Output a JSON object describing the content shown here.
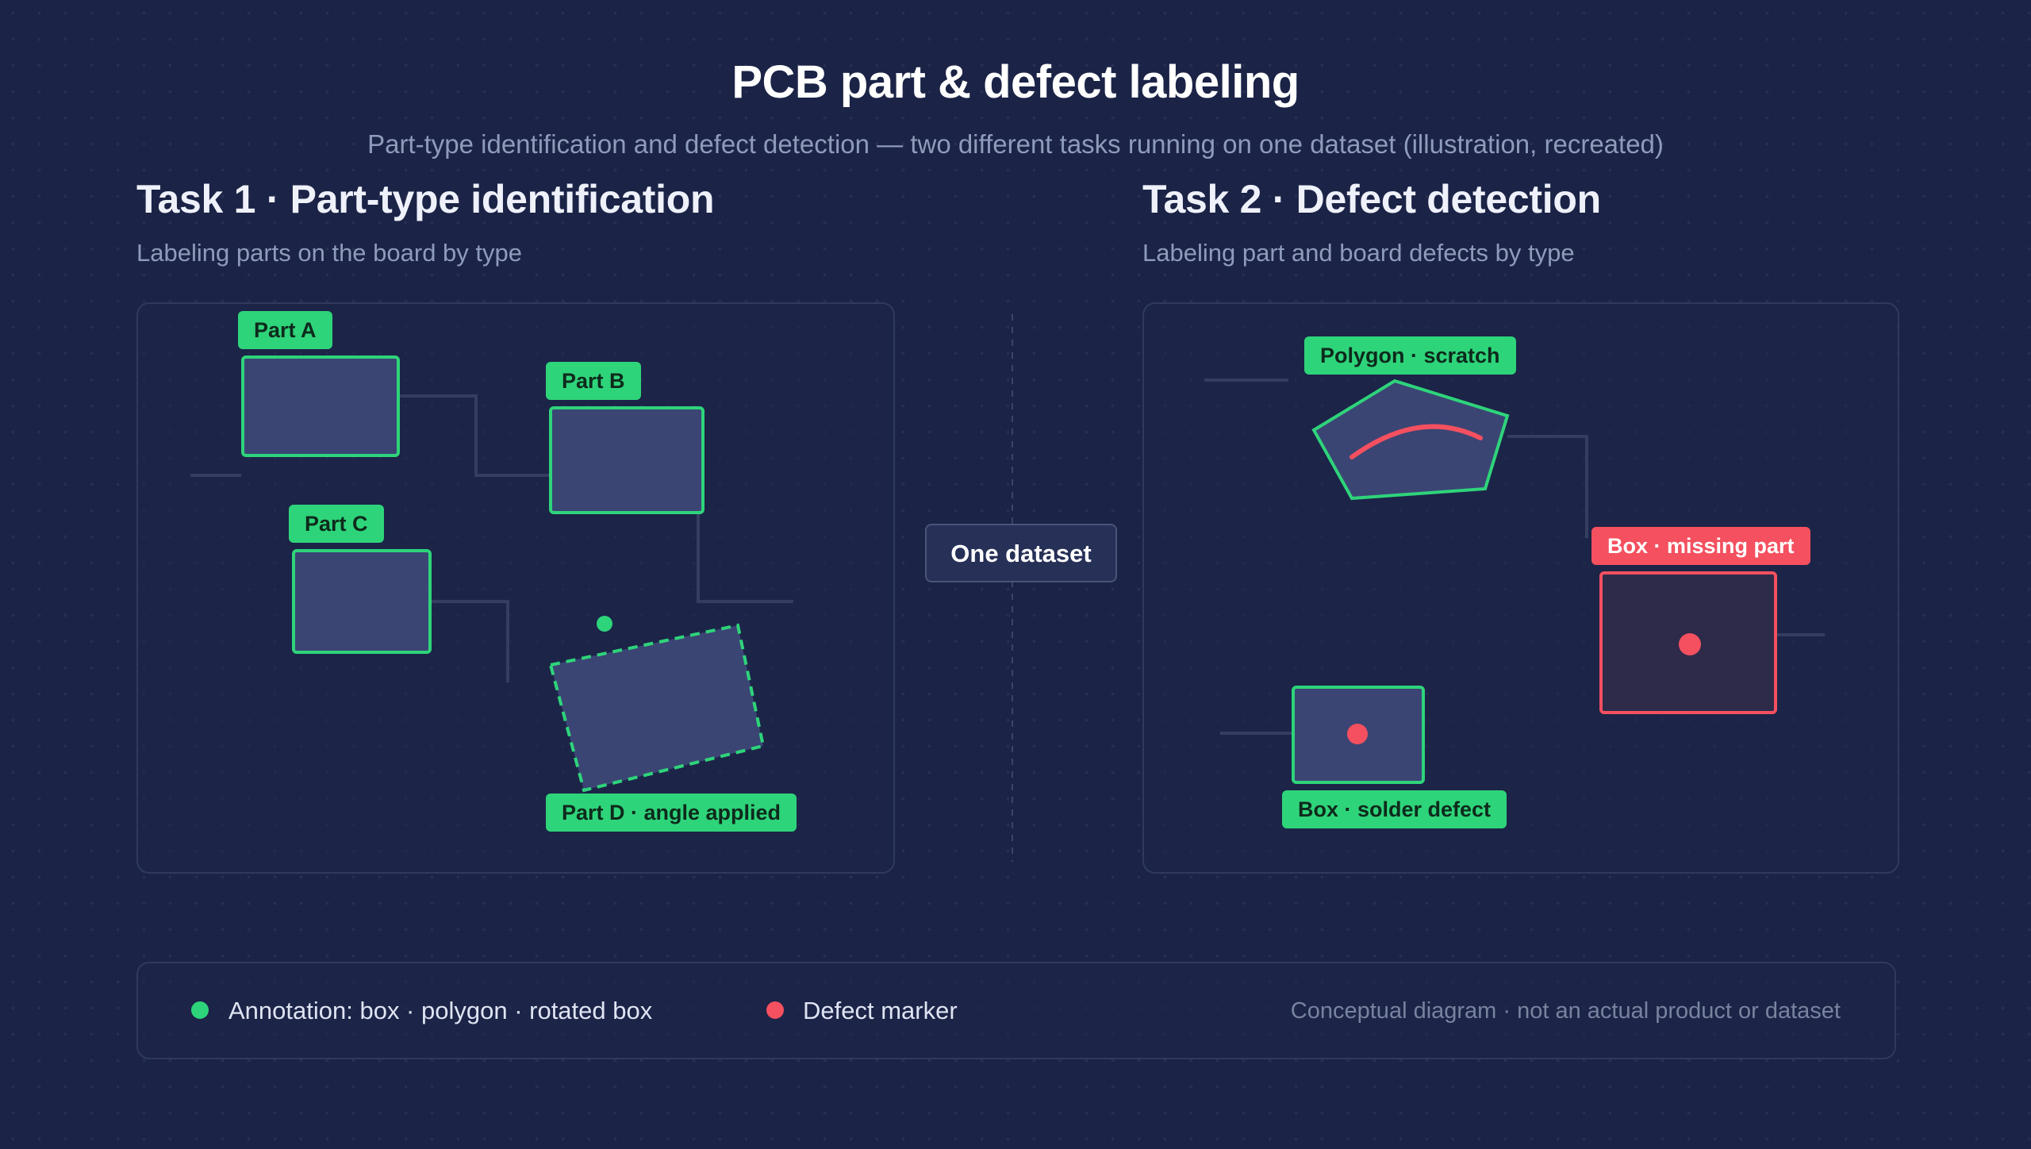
{
  "header": {
    "title": "PCB part & defect labeling",
    "subtitle": "Part-type identification and defect detection — two different tasks running on one dataset (illustration, recreated)"
  },
  "task1": {
    "title": "Task 1 · Part-type identification",
    "subtitle": "Labeling parts on the board by type",
    "labels": {
      "part_a": "Part A",
      "part_b": "Part B",
      "part_c": "Part C",
      "part_d": "Part D · angle applied"
    }
  },
  "center": {
    "label": "One dataset"
  },
  "task2": {
    "title": "Task 2 · Defect detection",
    "subtitle": "Labeling part and board defects by type",
    "labels": {
      "polygon": "Polygon · scratch",
      "missing": "Box · missing part",
      "solder": "Box · solder defect"
    }
  },
  "legend": {
    "annotation": "Annotation: box · polygon · rotated box",
    "defect": "Defect marker",
    "note": "Conceptual diagram · not an actual product or dataset"
  },
  "colors": {
    "background": "#1b2346",
    "annotation": "#2ed47a",
    "defect": "#f4505f",
    "part_fill": "#3b4574"
  }
}
